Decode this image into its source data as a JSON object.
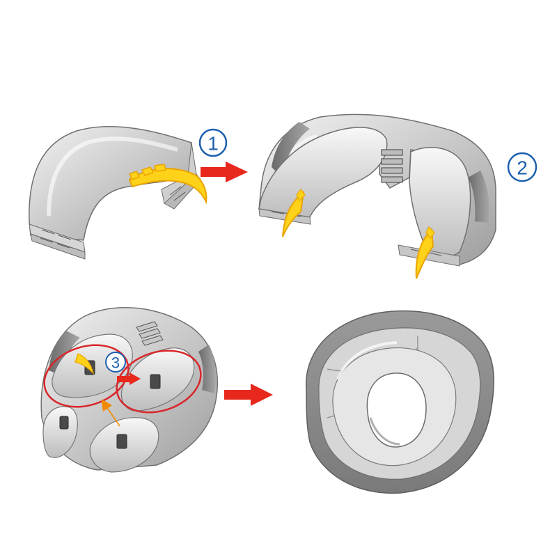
{
  "steps": [
    {
      "number": "①",
      "label": "1"
    },
    {
      "number": "②",
      "label": "2"
    },
    {
      "number": "③",
      "label": "3"
    }
  ],
  "colors": {
    "arrow": "#e8281c",
    "highlight_ring": "#d9262a",
    "step_circle": "#1d5fae",
    "fold_arrow_fill": "#ffd21a",
    "fold_arrow_stroke": "#e9a400",
    "seat_body": "#d9d9d9",
    "seat_rim": "#8d8d8d"
  },
  "icons": [
    "fold-arrow-icon",
    "right-arrow-icon",
    "step-number-icon",
    "highlight-ring-icon"
  ]
}
